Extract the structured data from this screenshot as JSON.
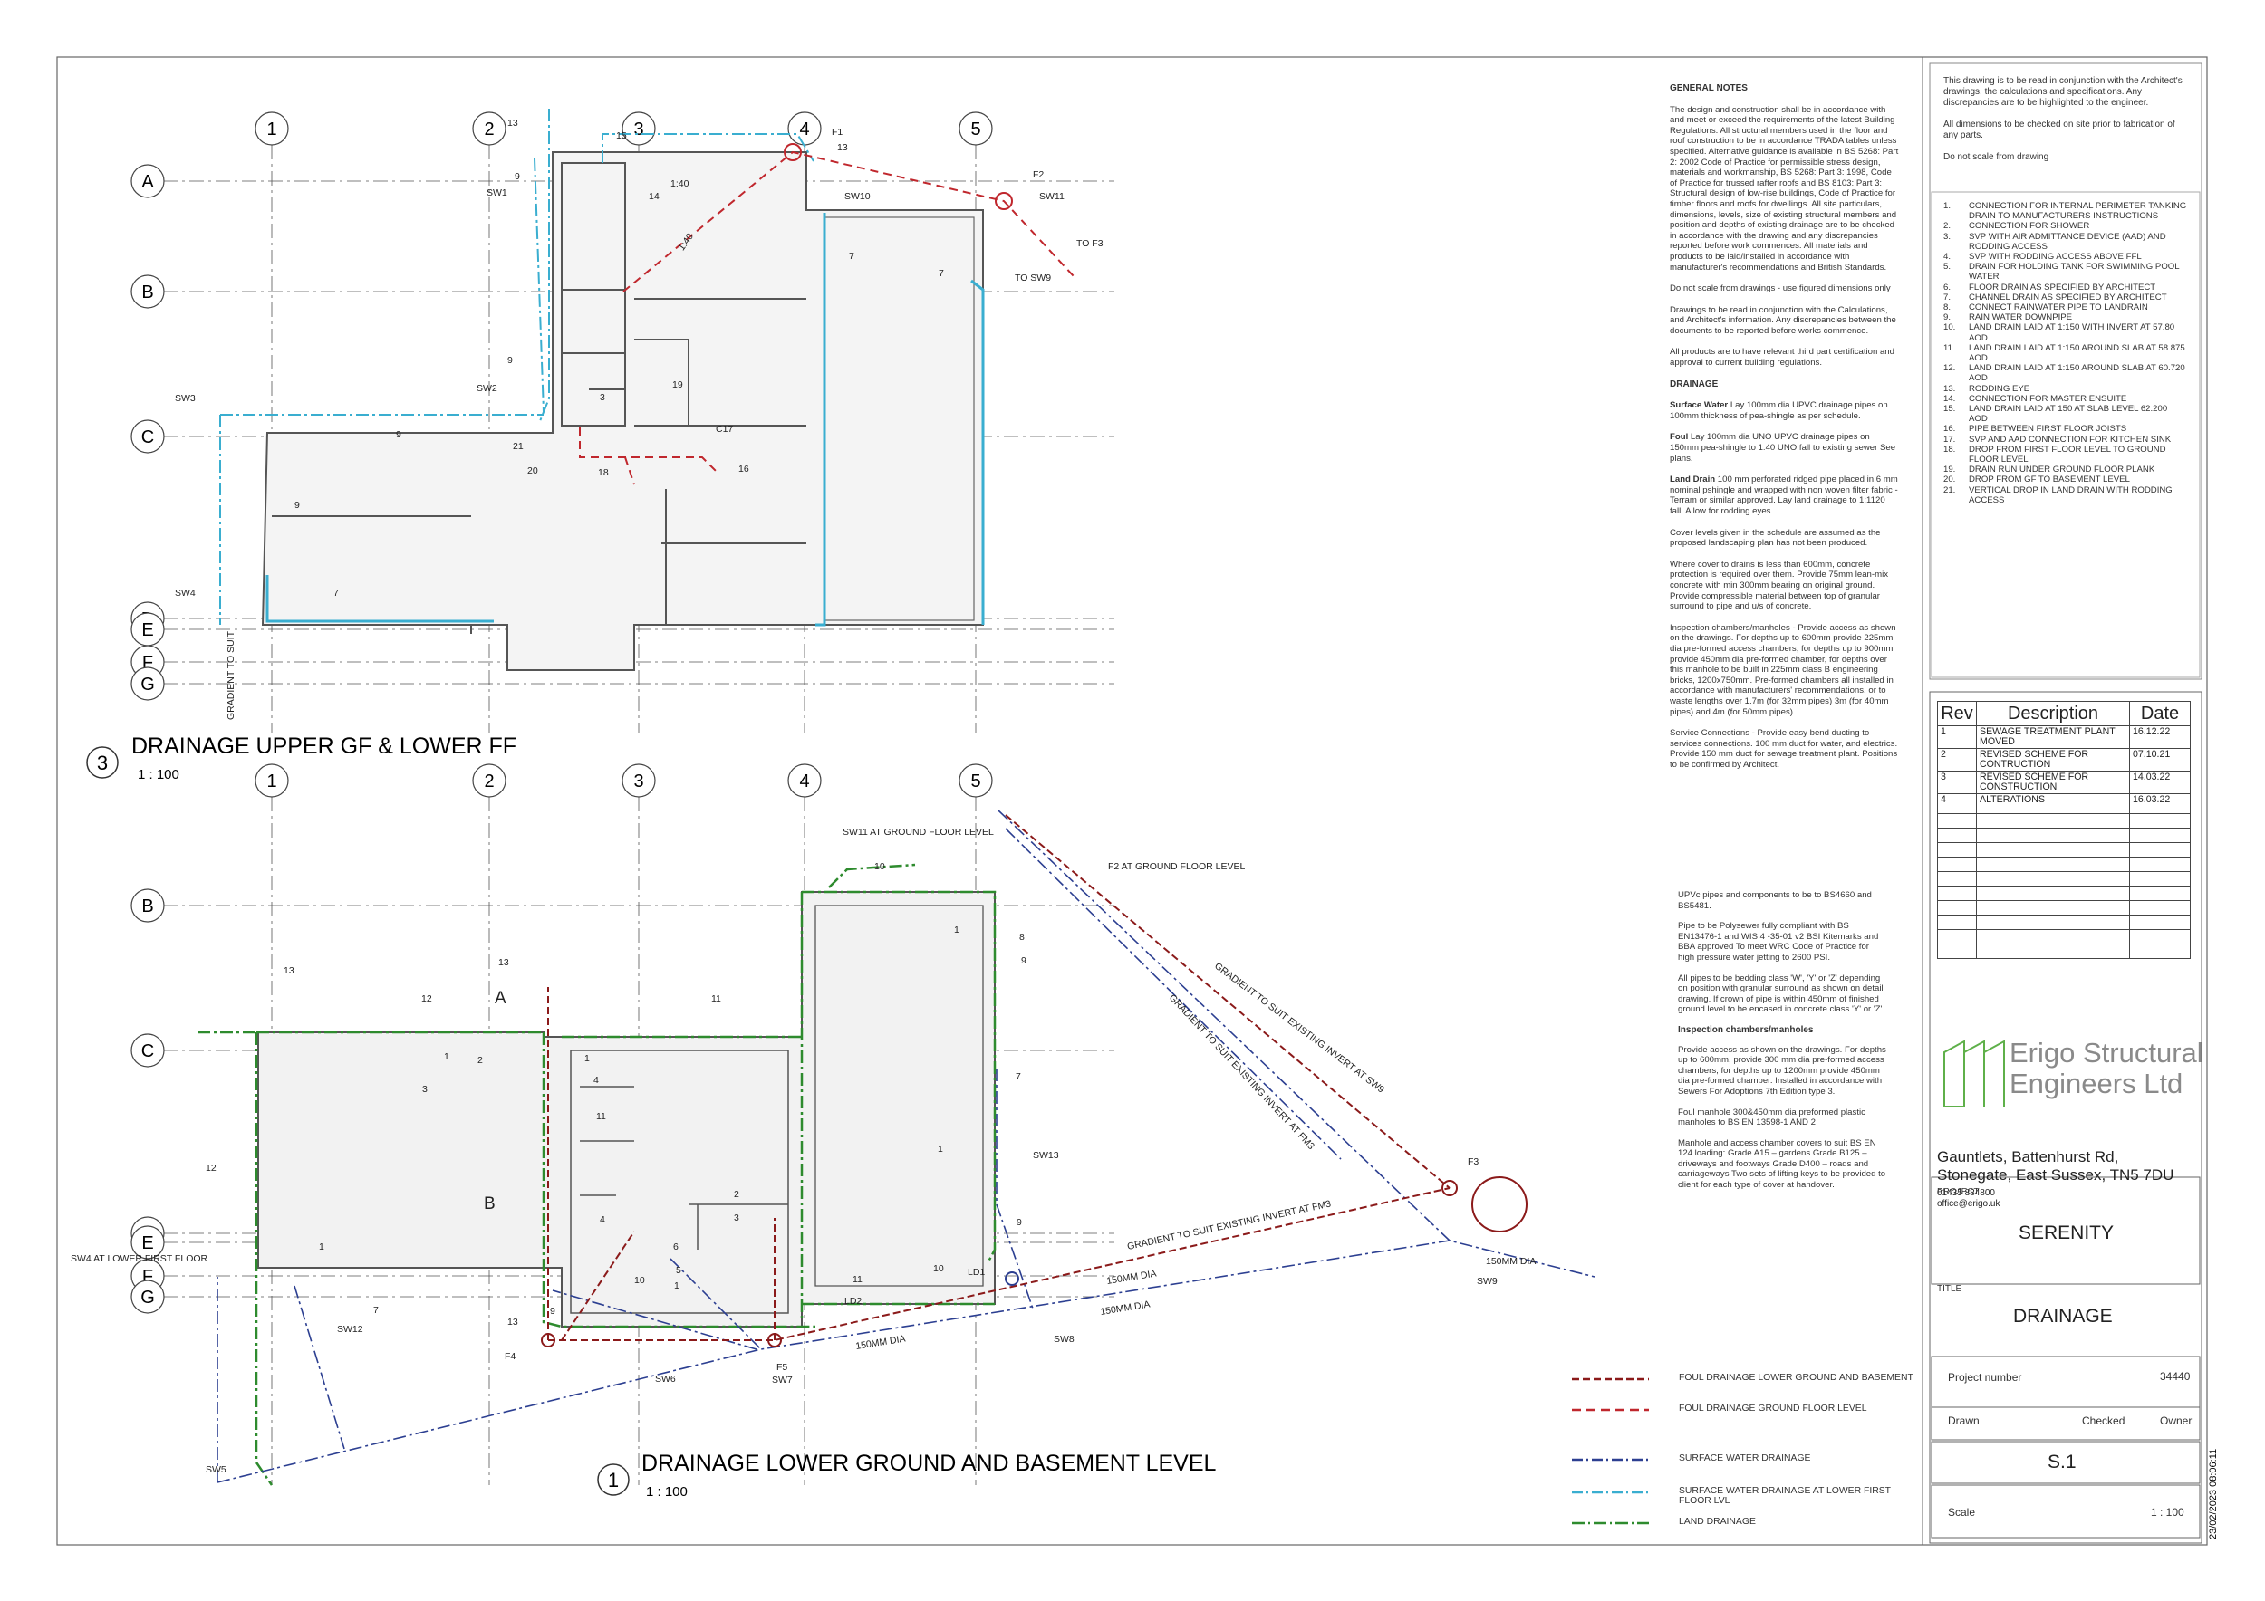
{
  "drawing": {
    "plan_upper": {
      "title": "DRAINAGE UPPER GF & LOWER FF",
      "ref": "3",
      "scale": "1 : 100"
    },
    "plan_lower": {
      "title": "DRAINAGE LOWER GROUND AND BASEMENT LEVEL",
      "ref": "1",
      "scale": "1 : 100"
    },
    "grid_columns": [
      "1",
      "2",
      "3",
      "4",
      "5"
    ],
    "grid_rows_upper": [
      "A",
      "B",
      "C",
      "D",
      "E",
      "F",
      "G"
    ],
    "grid_rows_lower": [
      "B",
      "C",
      "D",
      "E",
      "F",
      "G"
    ],
    "labels_upper": [
      "13",
      "15",
      "9",
      "SW1",
      "14",
      "1:40",
      "F1",
      "13",
      "SW10",
      "F2",
      "SW11",
      "TO F3",
      "1:40",
      "7",
      "7",
      "TO SW9",
      "SW3",
      "9",
      "SW2",
      "3",
      "19",
      "C17",
      "21",
      "20",
      "18",
      "16",
      "9",
      "9",
      "SW4",
      "7",
      "GRADIENT TO SUIT"
    ],
    "labels_lower": [
      "SW11 AT GROUND FLOOR LEVEL",
      "10",
      "F2 AT GROUND FLOOR LEVEL",
      "13",
      "13",
      "A",
      "12",
      "11",
      "1",
      "8",
      "9",
      "1",
      "2",
      "3",
      "1",
      "4",
      "11",
      "7",
      "12",
      "B",
      "1",
      "SW13",
      "2",
      "3",
      "4",
      "9",
      "SW4 AT LOWER FIRST FLOOR",
      "1",
      "6",
      "5",
      "1",
      "10",
      "10",
      "LD1",
      "11",
      "SW12",
      "7",
      "9",
      "13",
      "F4",
      "LD2",
      "SW8",
      "F5",
      "SW6",
      "SW7",
      "150MM DIA",
      "150MM DIA",
      "150MM DIA",
      "SW5",
      "F3",
      "150MM DIA",
      "SW9",
      "GRADIENT TO SUIT EXISTING INVERT AT FM3",
      "GRADIENT TO SUIT EXISTING INVERT AT SW9",
      "GRADIENT TO SUIT EXISTING INVERT AT FM3"
    ],
    "colors": {
      "foul": "#c0272d",
      "surface": "#2c3f91",
      "surface_upper": "#3aaed0",
      "land": "#2e8b2e",
      "wall": "#555555"
    }
  },
  "general_notes": {
    "heading": "GENERAL NOTES",
    "p1": "The design and construction shall be in accordance with and meet or exceed the requirements of the latest Building Regulations. All structural members used in the floor and roof construction to be in accordance TRADA tables unless specified. Alternative guidance is available in BS 5268: Part 2: 2002 Code of Practice for permissible stress design, materials and workmanship, BS 5268: Part 3: 1998, Code of Practice for trussed rafter roofs and BS 8103: Part 3: Structural design of low-rise buildings, Code of Practice for timber floors and roofs for dwellings. All site particulars, dimensions, levels, size of existing structural members and position and depths of existing drainage are to be checked in accordance with the drawing and any discrepancies reported before work commences. All materials and products to be laid/installed in accordance with manufacturer's recommendations and British Standards.",
    "p2": "Do not scale from drawings - use figured dimensions only",
    "p3": "Drawings to be read in conjunction with the Calculations, and Architect's information. Any discrepancies between the documents to be reported before works commence.",
    "p4": "All products are to have relevant third part certification and approval to current building regulations.",
    "drainage_heading": "DRAINAGE",
    "sw_label": "Surface Water",
    "sw_text": " Lay 100mm dia UPVC drainage pipes on 100mm thickness of pea-shingle as per schedule.",
    "foul_label": "Foul",
    "foul_text": " Lay 100mm dia UNO UPVC drainage pipes on 150mm pea-shingle to 1:40 UNO fall to existing sewer See plans.",
    "land_label": "Land Drain",
    "land_text": " 100 mm perforated ridged pipe placed in 6 mm nominal pshingle and wrapped with non woven filter fabric - Terram or similar approved. Lay land drainage to 1:1120 fall. Allow for rodding eyes",
    "p5": "Cover levels given in the schedule are assumed as the proposed landscaping plan has not been produced.",
    "p6": "Where cover to drains is less than 600mm, concrete protection is required over them. Provide 75mm lean-mix concrete with min 300mm bearing on original ground. Provide compressible material between top of granular surround to pipe and u/s of concrete.",
    "p7": "Inspection chambers/manholes - Provide access as shown on the drawings. For depths up to 600mm provide 225mm dia pre-formed access chambers, for depths up to 900mm provide 450mm dia pre-formed chamber, for depths over this manhole to be built in 225mm class B engineering bricks, 1200x750mm. Pre-formed chambers all installed in accordance with manufacturers' recommendations. or to waste lengths over 1.7m (for 32mm pipes) 3m (for 40mm pipes) and 4m (for 50mm pipes).",
    "p8": "Service Connections - Provide easy bend ducting to services connections. 100 mm duct for water, and electrics. Provide 150 mm duct for sewage treatment plant. Positions to be confirmed by Architect."
  },
  "notes2": {
    "p1": "UPVc pipes and components to be to BS4660 and BS5481.",
    "p2": "Pipe to be Polysewer fully compliant with BS EN13476-1 and WIS 4 -35-01 v2 BSI Kitemarks and BBA approved To meet WRC Code of Practice for high pressure water jetting to 2600 PSI.",
    "p3": "All pipes to be bedding class 'W', 'Y' or 'Z' depending on position with granular surround as shown on detail drawing. If crown of pipe is within 450mm of finished ground level to be encased in concrete class 'Y' or 'Z'.",
    "heading": "Inspection chambers/manholes",
    "p4": "Provide access as shown on the drawings. For depths up to 600mm, provide 300 mm dia pre-formed access chambers, for depths up to 1200mm provide 450mm dia pre-formed chamber. Installed in accordance with Sewers For Adoptions 7th Edition type 3.",
    "p5": "Foul manhole 300&450mm dia preformed plastic manholes to BS EN 13598-1 AND 2",
    "p6": "Manhole and access chamber covers to suit BS EN 124 loading: Grade A15 – gardens Grade B125 – driveways and footways Grade D400 – roads and carriageways Two sets of lifting keys to be provided to client for each type of cover at handover."
  },
  "intro": {
    "p1": "This drawing is to be read in conjunction with the Architect's drawings, the calculations and specifications. Any discrepancies are to be highlighted to the engineer.",
    "p2": "All dimensions to be checked on site prior to fabrication of any parts.",
    "p3": "Do not scale from drawing"
  },
  "key": [
    {
      "n": "1.",
      "t": "CONNECTION FOR INTERNAL PERIMETER TANKING DRAIN TO MANUFACTURERS INSTRUCTIONS"
    },
    {
      "n": "2.",
      "t": "CONNECTION FOR SHOWER"
    },
    {
      "n": "3.",
      "t": "SVP WITH AIR ADMITTANCE DEVICE (AAD) AND RODDING ACCESS"
    },
    {
      "n": "4.",
      "t": "SVP WITH RODDING ACCESS ABOVE FFL"
    },
    {
      "n": "5.",
      "t": "DRAIN FOR HOLDING TANK FOR SWIMMING POOL WATER"
    },
    {
      "n": "6.",
      "t": "FLOOR DRAIN AS SPECIFIED BY ARCHITECT"
    },
    {
      "n": "7.",
      "t": "CHANNEL DRAIN AS SPECIFIED BY ARCHITECT"
    },
    {
      "n": "8.",
      "t": "CONNECT RAINWATER PIPE TO LANDRAIN"
    },
    {
      "n": "9.",
      "t": "RAIN WATER DOWNPIPE"
    },
    {
      "n": "10.",
      "t": "LAND DRAIN LAID AT 1:150 WITH INVERT AT 57.80 AOD"
    },
    {
      "n": "11.",
      "t": "LAND DRAIN LAID AT 1:150 AROUND SLAB AT 58.875 AOD"
    },
    {
      "n": "12.",
      "t": "LAND DRAIN LAID AT 1:150 AROUND SLAB AT 60.720 AOD"
    },
    {
      "n": "13.",
      "t": "RODDING EYE"
    },
    {
      "n": "14.",
      "t": "CONNECTION FOR MASTER ENSUITE"
    },
    {
      "n": "15.",
      "t": "LAND DRAIN LAID AT 150 AT SLAB LEVEL 62.200 AOD"
    },
    {
      "n": "16.",
      "t": "PIPE BETWEEN FIRST FLOOR JOISTS"
    },
    {
      "n": "17.",
      "t": "SVP AND AAD CONNECTION FOR KITCHEN SINK"
    },
    {
      "n": "18.",
      "t": "DROP FROM FIRST FLOOR LEVEL TO GROUND FLOOR LEVEL"
    },
    {
      "n": "19.",
      "t": "DRAIN RUN UNDER GROUND FLOOR PLANK"
    },
    {
      "n": "20.",
      "t": "DROP FROM GF TO BASEMENT LEVEL"
    },
    {
      "n": "21.",
      "t": "VERTICAL DROP IN LAND DRAIN WITH RODDING ACCESS"
    }
  ],
  "revisions": {
    "headers": [
      "Rev",
      "Description",
      "Date"
    ],
    "rows": [
      [
        "1",
        "SEWAGE TREATMENT PLANT MOVED",
        "16.12.22"
      ],
      [
        "2",
        "REVISED SCHEME FOR CONTRUCTION",
        "07.10.21"
      ],
      [
        "3",
        "REVISED SCHEME FOR CONSTRUCTION",
        "14.03.22"
      ],
      [
        "4",
        "ALTERATIONS",
        "16.03.22"
      ]
    ]
  },
  "company": {
    "name_line1": "Erigo Structural",
    "name_line2": "Engineers Ltd",
    "address1": "Gauntlets, Battenhurst Rd,",
    "address2": "Stonegate, East Sussex, TN5 7DU",
    "phone": "01435 884800",
    "email": "office@erigo.uk"
  },
  "titleblock": {
    "project_label": "PROJECT",
    "project": "SERENITY",
    "title_label": "TITLE",
    "title": "DRAINAGE",
    "project_number_label": "Project number",
    "project_number": "34440",
    "drawn_label": "Drawn",
    "checked_label": "Checked",
    "checked": "Owner",
    "drawing_number": "S.1",
    "scale_label": "Scale",
    "scale": "1 : 100",
    "timestamp": "23/02/2023 08:06:11"
  },
  "legend": [
    {
      "label": "FOUL DRAINAGE LOWER GROUND AND BASEMENT",
      "color": "#8b1a1a",
      "dash": "8 4"
    },
    {
      "label": "FOUL DRAINAGE GROUND FLOOR LEVEL",
      "color": "#c0272d",
      "dash": "10 6"
    },
    {
      "label": "SURFACE WATER DRAINAGE",
      "color": "#2c3f91",
      "dash": "12 4 2 4"
    },
    {
      "label": "SURFACE WATER DRAINAGE AT LOWER FIRST FLOOR LVL",
      "color": "#3aaed0",
      "dash": "12 4 2 4"
    },
    {
      "label": "LAND DRAINAGE",
      "color": "#2e8b2e",
      "dash": "14 4 2 4"
    }
  ]
}
